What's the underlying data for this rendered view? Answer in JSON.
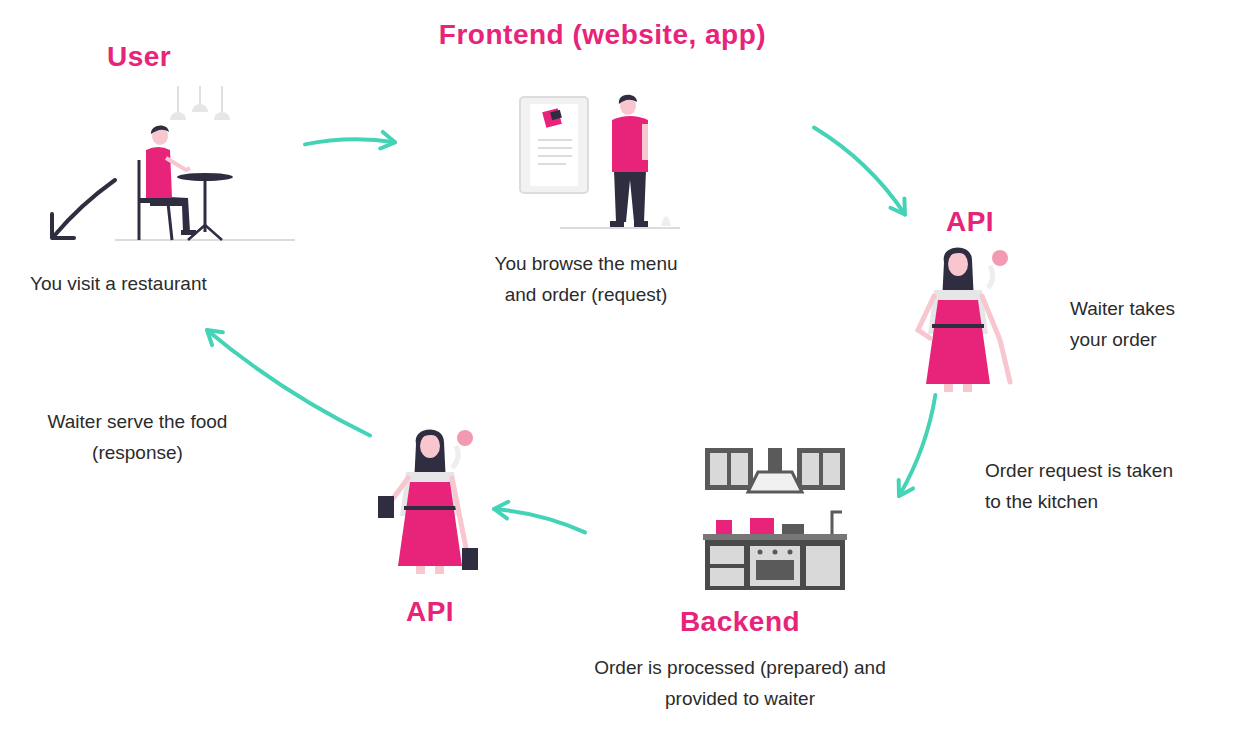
{
  "diagram": {
    "nodes": [
      {
        "text": [
          "User",
          "You visit a restaurant"
        ]
      },
      {
        "text": [
          "Frontend (website, app)",
          "You browse the menu and order (request)"
        ]
      },
      {
        "text": [
          "API",
          "Waiter takes your order"
        ]
      },
      {
        "text": [
          "Backend",
          "Order is processed (prepared) and provided to waiter"
        ]
      },
      {
        "text": [
          "API"
        ]
      }
    ],
    "edges": [
      {
        "from": 0,
        "to": 1,
        "arrow": "to"
      },
      {
        "from": 1,
        "to": 2,
        "arrow": "to"
      },
      {
        "from": 2,
        "to": 3,
        "arrow": "to",
        "label": "Order request is taken to the kitchen"
      },
      {
        "from": 3,
        "to": 4,
        "arrow": "to"
      },
      {
        "from": 4,
        "to": 0,
        "arrow": "to",
        "label": "Waiter serve the food (response)"
      }
    ]
  }
}
